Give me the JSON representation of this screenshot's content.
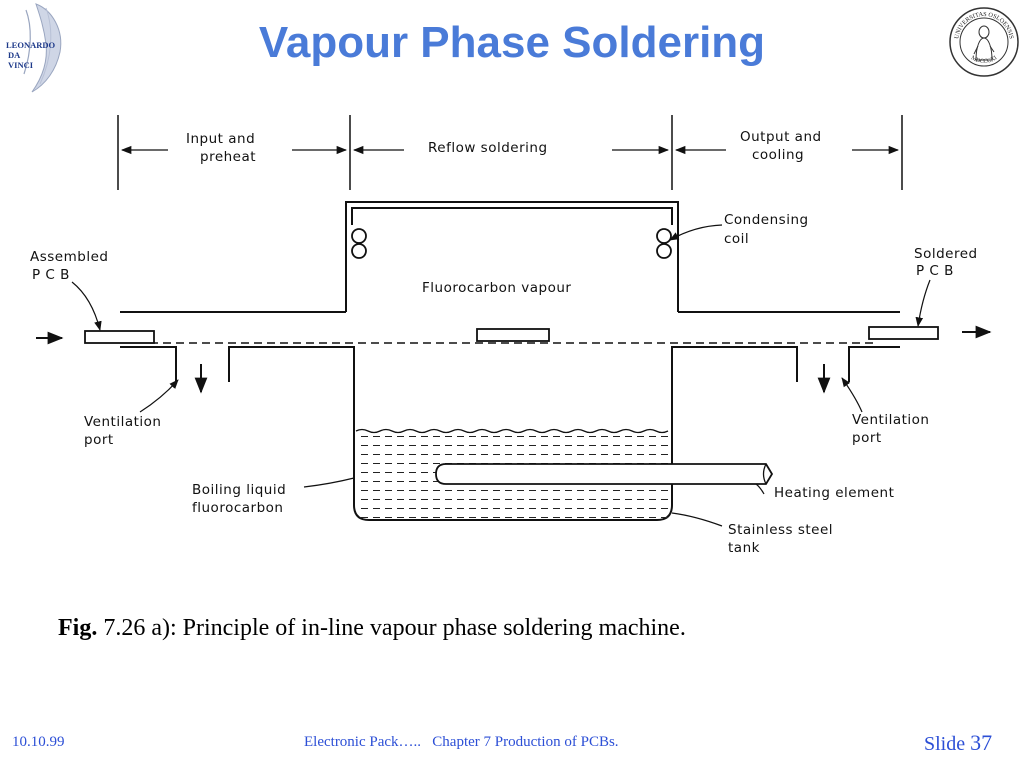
{
  "title": "Vapour Phase Soldering",
  "logos": {
    "left_text": [
      "LEONARDO",
      "DA",
      "VINCI"
    ],
    "right_seal": [
      "UNIVERSITAS OSLOENSIS",
      "MDCCCXI"
    ]
  },
  "diagram": {
    "zones": {
      "input": [
        "Input and",
        "preheat"
      ],
      "reflow": "Reflow soldering",
      "output": [
        "Output and",
        "cooling"
      ]
    },
    "labels": {
      "condensing_coil": [
        "Condensing",
        "coil"
      ],
      "assembled_pcb": [
        "Assembled",
        "P C B"
      ],
      "soldered_pcb": [
        "Soldered",
        "P C B"
      ],
      "fluorocarbon_vapour": "Fluorocarbon vapour",
      "ventilation_left": [
        "Ventilation",
        "port"
      ],
      "ventilation_right": [
        "Ventilation",
        "port"
      ],
      "boiling_liquid": [
        "Boiling liquid",
        "fluorocarbon"
      ],
      "heating_element": "Heating element",
      "stainless_tank": [
        "Stainless steel",
        "tank"
      ]
    }
  },
  "caption": {
    "prefix": "Fig.",
    "text": " 7.26 a): Principle of in-line vapour phase soldering machine."
  },
  "footer": {
    "date": "10.10.99",
    "center": "Electronic Pack…..   Chapter 7 Production of PCBs.",
    "slide_label": "Slide",
    "slide_number": "37"
  }
}
